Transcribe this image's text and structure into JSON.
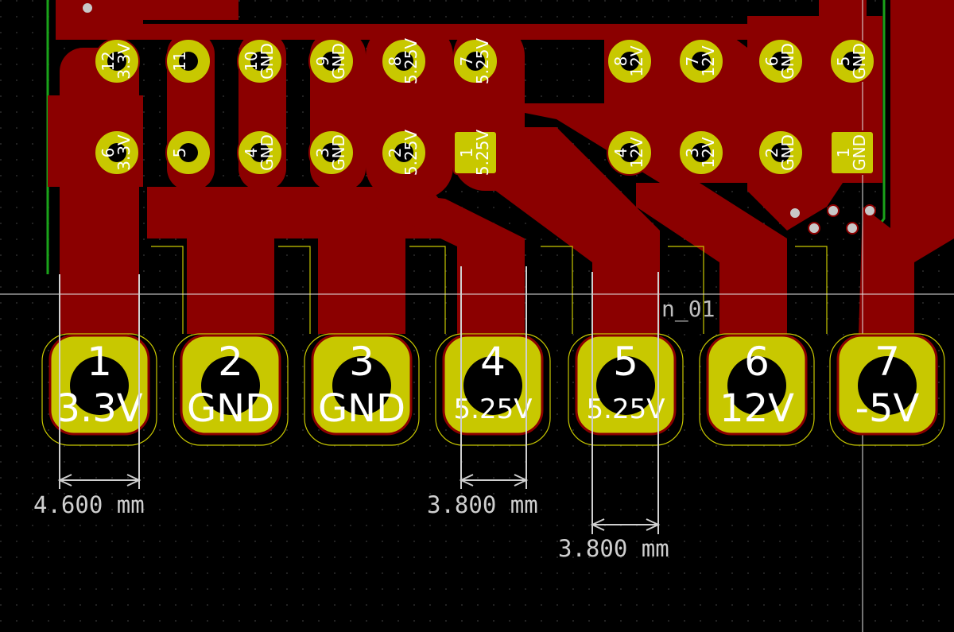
{
  "connector": {
    "ref_label": "n_01",
    "pins": [
      {
        "number": "1",
        "voltage": "3.3V"
      },
      {
        "number": "2",
        "voltage": "GND"
      },
      {
        "number": "3",
        "voltage": "GND"
      },
      {
        "number": "4",
        "voltage": "5.25V"
      },
      {
        "number": "5",
        "voltage": "5.25V"
      },
      {
        "number": "6",
        "voltage": "12V"
      },
      {
        "number": "7",
        "voltage": "-5V"
      }
    ]
  },
  "header_top_row": [
    {
      "number": "12",
      "voltage": "3.3V"
    },
    {
      "number": "11",
      "voltage": ""
    },
    {
      "number": "10",
      "voltage": "GND"
    },
    {
      "number": "9",
      "voltage": "GND"
    },
    {
      "number": "8",
      "voltage": "5.25V"
    },
    {
      "number": "7",
      "voltage": "5.25V"
    },
    {
      "number": "8",
      "voltage": "12V"
    },
    {
      "number": "7",
      "voltage": "12V"
    },
    {
      "number": "6",
      "voltage": "GND"
    },
    {
      "number": "5",
      "voltage": "GND"
    }
  ],
  "header_bottom_row": [
    {
      "number": "6",
      "voltage": "3.3V"
    },
    {
      "number": "5",
      "voltage": ""
    },
    {
      "number": "4",
      "voltage": "GND"
    },
    {
      "number": "3",
      "voltage": "GND"
    },
    {
      "number": "2",
      "voltage": "5.25V"
    },
    {
      "number": "1",
      "voltage": "5.25V"
    },
    {
      "number": "4",
      "voltage": "12V"
    },
    {
      "number": "3",
      "voltage": "12V"
    },
    {
      "number": "2",
      "voltage": "GND"
    },
    {
      "number": "1",
      "voltage": "GND"
    }
  ],
  "dimensions": [
    {
      "label": "4.600 mm"
    },
    {
      "label": "3.800 mm"
    },
    {
      "label": "3.800 mm"
    }
  ],
  "colors": {
    "background": "#000000",
    "copper": "#8b0000",
    "pad": "#c8c800",
    "dimension": "#cfcfcf"
  }
}
